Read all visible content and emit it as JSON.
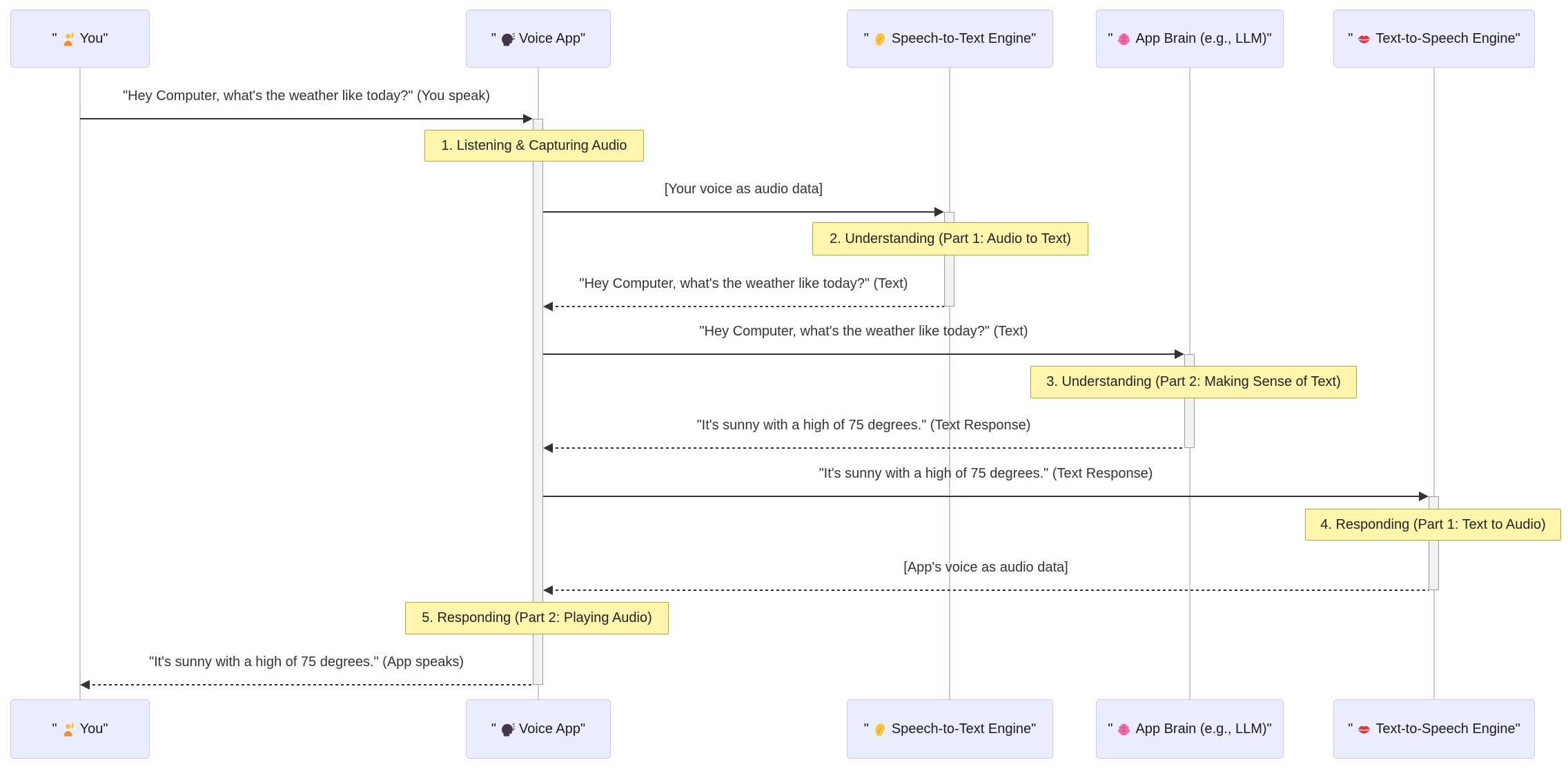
{
  "diagram": {
    "type": "sequence-diagram",
    "colors": {
      "actor_fill": "#ECECFF",
      "actor_border": "#C8C8E2",
      "lifeline": "#CBC7EE",
      "note_fill": "#FFF5AD",
      "note_border": "#AAAA33",
      "activation_fill": "#F2F2F2",
      "activation_border": "#9A9A9A",
      "arrow": "#333333",
      "text": "#333333"
    },
    "actors": [
      {
        "open_quote": "\"",
        "name": "You",
        "close_quote": "\"",
        "icon": "person-raising-hand-icon"
      },
      {
        "open_quote": "\"",
        "name": "Voice App",
        "close_quote": "\"",
        "icon": "speaking-head-icon"
      },
      {
        "open_quote": "\"",
        "name": "Speech-to-Text Engine",
        "close_quote": "\"",
        "icon": "ear-icon"
      },
      {
        "open_quote": "\"",
        "name": "App Brain (e.g., LLM)",
        "close_quote": "\"",
        "icon": "brain-icon"
      },
      {
        "open_quote": "\"",
        "name": "Text-to-Speech Engine",
        "close_quote": "\"",
        "icon": "lips-icon"
      }
    ],
    "messages": [
      {
        "text": "\"Hey Computer, what's the weather like today?\" (You speak)",
        "from": "You",
        "to": "Voice App",
        "style": "solid"
      },
      {
        "text": "[Your voice as audio data]",
        "from": "Voice App",
        "to": "Speech-to-Text Engine",
        "style": "solid"
      },
      {
        "text": "\"Hey Computer, what's the weather like today?\" (Text)",
        "from": "Speech-to-Text Engine",
        "to": "Voice App",
        "style": "dashed"
      },
      {
        "text": "\"Hey Computer, what's the weather like today?\" (Text)",
        "from": "Voice App",
        "to": "App Brain (e.g., LLM)",
        "style": "solid"
      },
      {
        "text": "\"It's sunny with a high of 75 degrees.\" (Text Response)",
        "from": "App Brain (e.g., LLM)",
        "to": "Voice App",
        "style": "dashed"
      },
      {
        "text": "\"It's sunny with a high of 75 degrees.\" (Text Response)",
        "from": "Voice App",
        "to": "Text-to-Speech Engine",
        "style": "solid"
      },
      {
        "text": "[App's voice as audio data]",
        "from": "Text-to-Speech Engine",
        "to": "Voice App",
        "style": "dashed"
      },
      {
        "text": "\"It's sunny with a high of 75 degrees.\" (App speaks)",
        "from": "Voice App",
        "to": "You",
        "style": "dashed"
      }
    ],
    "notes": [
      {
        "text": "1. Listening & Capturing Audio",
        "over": "Voice App"
      },
      {
        "text": "2. Understanding (Part 1: Audio to Text)",
        "over": "Speech-to-Text Engine"
      },
      {
        "text": "3. Understanding (Part 2: Making Sense of Text)",
        "over": "App Brain (e.g., LLM)"
      },
      {
        "text": "4. Responding (Part 1: Text to Audio)",
        "over": "Text-to-Speech Engine"
      },
      {
        "text": "5. Responding (Part 2: Playing Audio)",
        "over": "Voice App"
      }
    ]
  }
}
